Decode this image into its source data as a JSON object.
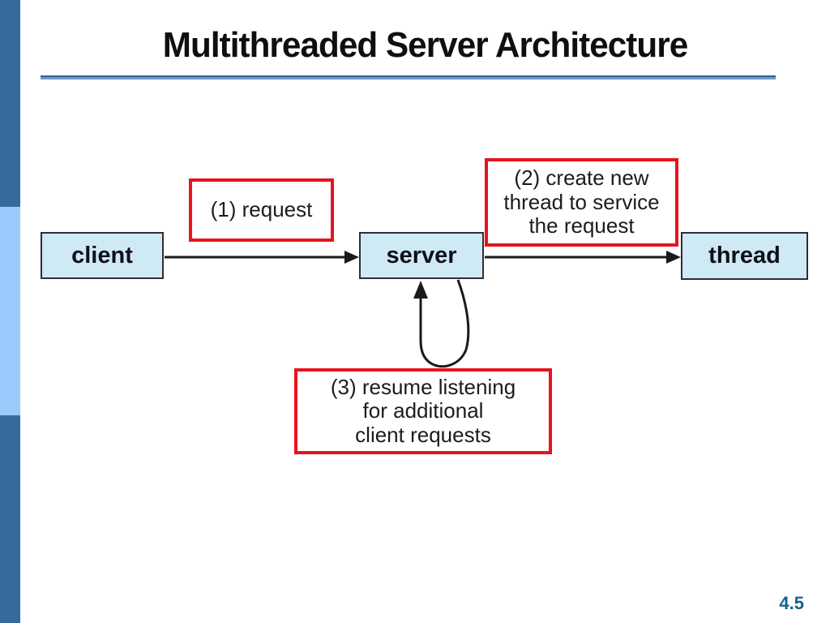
{
  "slide": {
    "title": "Multithreaded Server Architecture",
    "page_number": "4.5"
  },
  "diagram": {
    "nodes": [
      {
        "id": "client",
        "label": "client"
      },
      {
        "id": "server",
        "label": "server"
      },
      {
        "id": "thread",
        "label": "thread"
      }
    ],
    "annotations": [
      {
        "id": "step1",
        "label": "(1) request"
      },
      {
        "id": "step2",
        "label": "(2) create new\nthread to service\nthe request"
      },
      {
        "id": "step3",
        "label": "(3) resume listening\nfor additional\nclient requests"
      }
    ],
    "edges": [
      {
        "from": "client",
        "to": "server",
        "step": "request"
      },
      {
        "from": "server",
        "to": "thread",
        "step": "create new thread to service the request"
      },
      {
        "from": "server",
        "to": "server",
        "step": "resume listening for additional client requests"
      }
    ],
    "colors": {
      "node_fill": "#cfe9f5",
      "node_border": "#2e2e36",
      "annotation_border": "#e8131c",
      "arrow": "#1a1a1a",
      "sidebar_dark": "#36699c",
      "sidebar_light": "#9acafc",
      "title_underline": "#6f9bc7",
      "title_underline_edge": "#315e8d",
      "page_number": "#15618d",
      "title_text": "#0f0f0f"
    }
  }
}
